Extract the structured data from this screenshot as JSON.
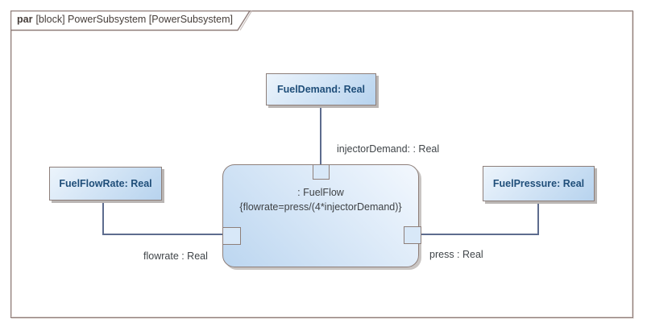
{
  "frame": {
    "kind": "par",
    "title": "[block] PowerSubsystem [PowerSubsystem]"
  },
  "diagram": {
    "constraint_block": {
      "name": ": FuelFlow",
      "constraint": "{flowrate=press/(4*injectorDemand)}"
    },
    "parameters": {
      "fuel_demand": "FuelDemand: Real",
      "fuel_flow_rate": "FuelFlowRate: Real",
      "fuel_pressure": "FuelPressure: Real"
    },
    "pin_labels": {
      "injector_demand": "injectorDemand: : Real",
      "flowrate": "flowrate : Real",
      "press": "press : Real"
    },
    "colors": {
      "frame_border": "#8f7d79",
      "box_border": "#8e7f7a",
      "box_fill_light": "#ecf4fc",
      "box_fill_dark": "#b7d3ee",
      "connector": "#5d6c8e",
      "block_title_text": "#1f4e79",
      "label_text": "#3f4448"
    }
  }
}
